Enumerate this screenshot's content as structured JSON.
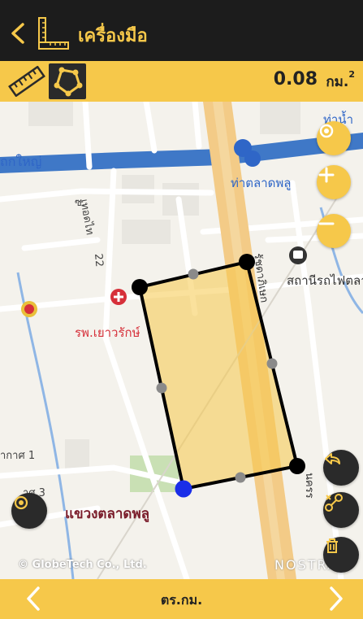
{
  "header": {
    "back_icon": "chevron-left-icon",
    "tool_icon": "ruler-square-icon",
    "title": "เครื่องมือ"
  },
  "toolbar": {
    "ruler_icon": "ruler-icon",
    "polygon_icon": "polygon-icon",
    "area_value": "0.08",
    "area_unit": "กม.",
    "area_unit_power": "2"
  },
  "map": {
    "labels": {
      "place_1": "ท่าน้ำ",
      "place_2": "ถกใหญ่",
      "pier": "ท่าตลาดพลู",
      "soi": "ซ.",
      "road_taksin": "เทอดไท",
      "soi_22": "22",
      "train_station": "สถานีรถไฟตลา",
      "hospital": "รพ.เยาวรักษ์",
      "district": "แขวงตลาดพลู",
      "road_ratchada": "รัชดาภิเษก",
      "road_bottom": "นครร",
      "akat_1": "ากาศ 1",
      "akat_3": "าศ 3",
      "copyright": "© GlobeTech Co., Ltd.",
      "nostra": "NOSTRA"
    },
    "buttons": {
      "locate_icon": "target-icon",
      "zoom_in_icon": "plus-icon",
      "zoom_out_icon": "minus-icon",
      "gps_icon": "location-target-icon",
      "undo_icon": "undo-icon",
      "remove_point_icon": "remove-point-icon",
      "delete_icon": "trash-icon"
    },
    "accent_color": "#f6c84a"
  },
  "footer": {
    "prev_icon": "chevron-left-icon",
    "next_icon": "chevron-right-icon",
    "unit_label": "ตร.กม."
  }
}
